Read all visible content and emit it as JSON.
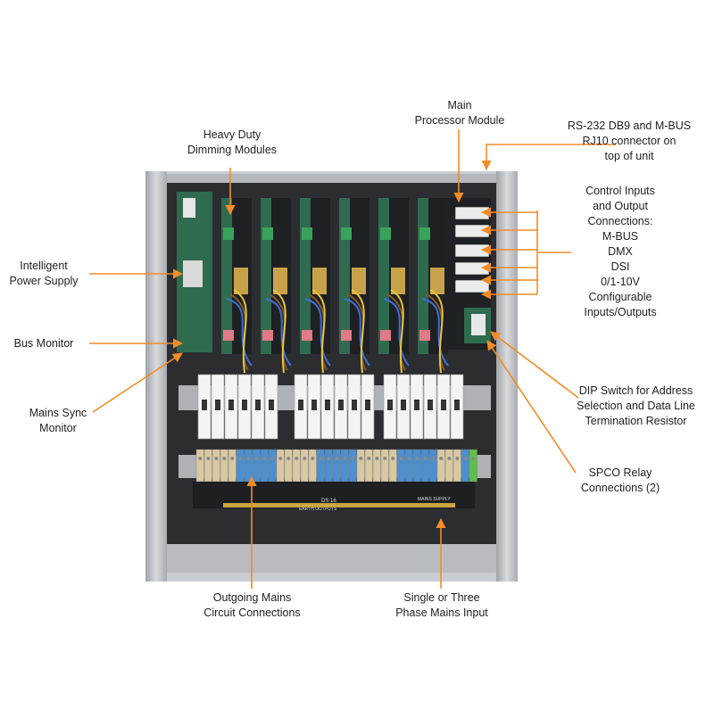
{
  "callouts": {
    "heavy_duty": "Heavy Duty\nDimming Modules",
    "main_processor": "Main\nProcessor Module",
    "rs232": "RS-232 DB9 and M-BUS\nRJ10 connector on\ntop of unit",
    "control_io": "Control Inputs\nand Output\nConnections:\nM-BUS\nDMX\nDSI\n0/1-10V\nConfigurable\nInputs/Outputs",
    "power_supply": "Intelligent\nPower Supply",
    "bus_monitor": "Bus Monitor",
    "mains_sync": "Mains Sync\nMonitor",
    "dip_switch": "DIP Switch for Address\nSelection and Data Line\nTermination Resistor",
    "spco_relay": "SPCO Relay\nConnections (2)",
    "outgoing_mains": "Outgoing Mains\nCircuit Connections",
    "phase_input": "Single or Three\nPhase Mains Input"
  },
  "panel_text": {
    "model": "DS 16",
    "earth_outputs": "EARTH OUTPUTS",
    "mains_supply": "MAINS SUPPLY"
  },
  "colors": {
    "accent": "#f28c28",
    "cabinet": "#c9ccd0",
    "pcb": "#2f6b4f",
    "terminal_blue": "#4a8fd0",
    "terminal_beige": "#d9c9a3"
  }
}
